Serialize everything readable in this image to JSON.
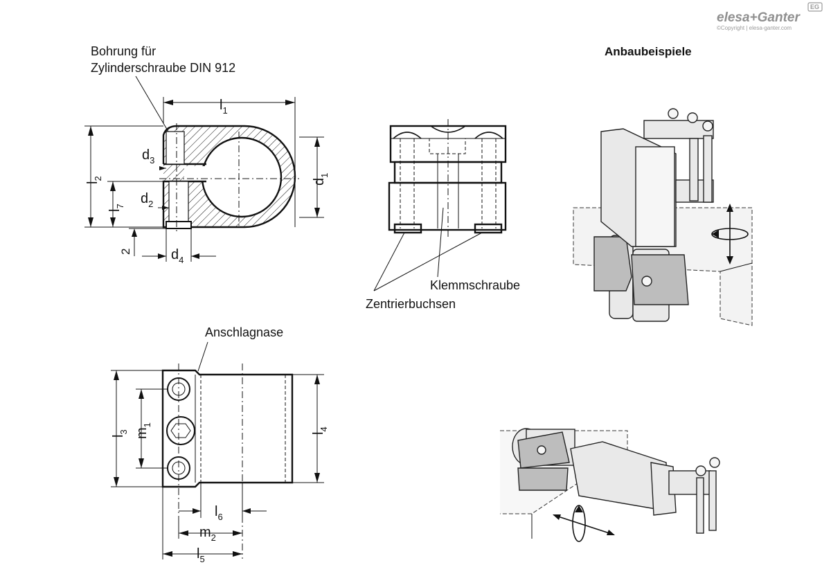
{
  "brand": {
    "name": "elesa+Ganter",
    "badge": "EG",
    "copyright": "©Copyright | elesa-ganter.com"
  },
  "title": "Anbaubeispiele",
  "labels": {
    "bohrung_line1": "Bohrung für",
    "bohrung_line2": "Zylinderschraube DIN 912",
    "klemmschraube": "Klemmschraube",
    "zentrierbuchsen": "Zentrierbuchsen",
    "anschlagnase": "Anschlagnase"
  },
  "dimensions": {
    "l1": "l",
    "l1_sub": "1",
    "l2": "l",
    "l2_sub": "2",
    "l3": "l",
    "l3_sub": "3",
    "l4": "l",
    "l4_sub": "4",
    "l5": "l",
    "l5_sub": "5",
    "l6": "l",
    "l6_sub": "6",
    "l7": "l",
    "l7_sub": "7",
    "d1": "d",
    "d1_sub": "1",
    "d2": "d",
    "d2_sub": "2",
    "d3": "d",
    "d3_sub": "3",
    "d4": "d",
    "d4_sub": "4",
    "m1": "m",
    "m1_sub": "1",
    "m2": "m",
    "m2_sub": "2",
    "two": "2"
  },
  "icons": [
    "rotation-vertical-axis-icon",
    "rotation-horizontal-axis-icon"
  ]
}
